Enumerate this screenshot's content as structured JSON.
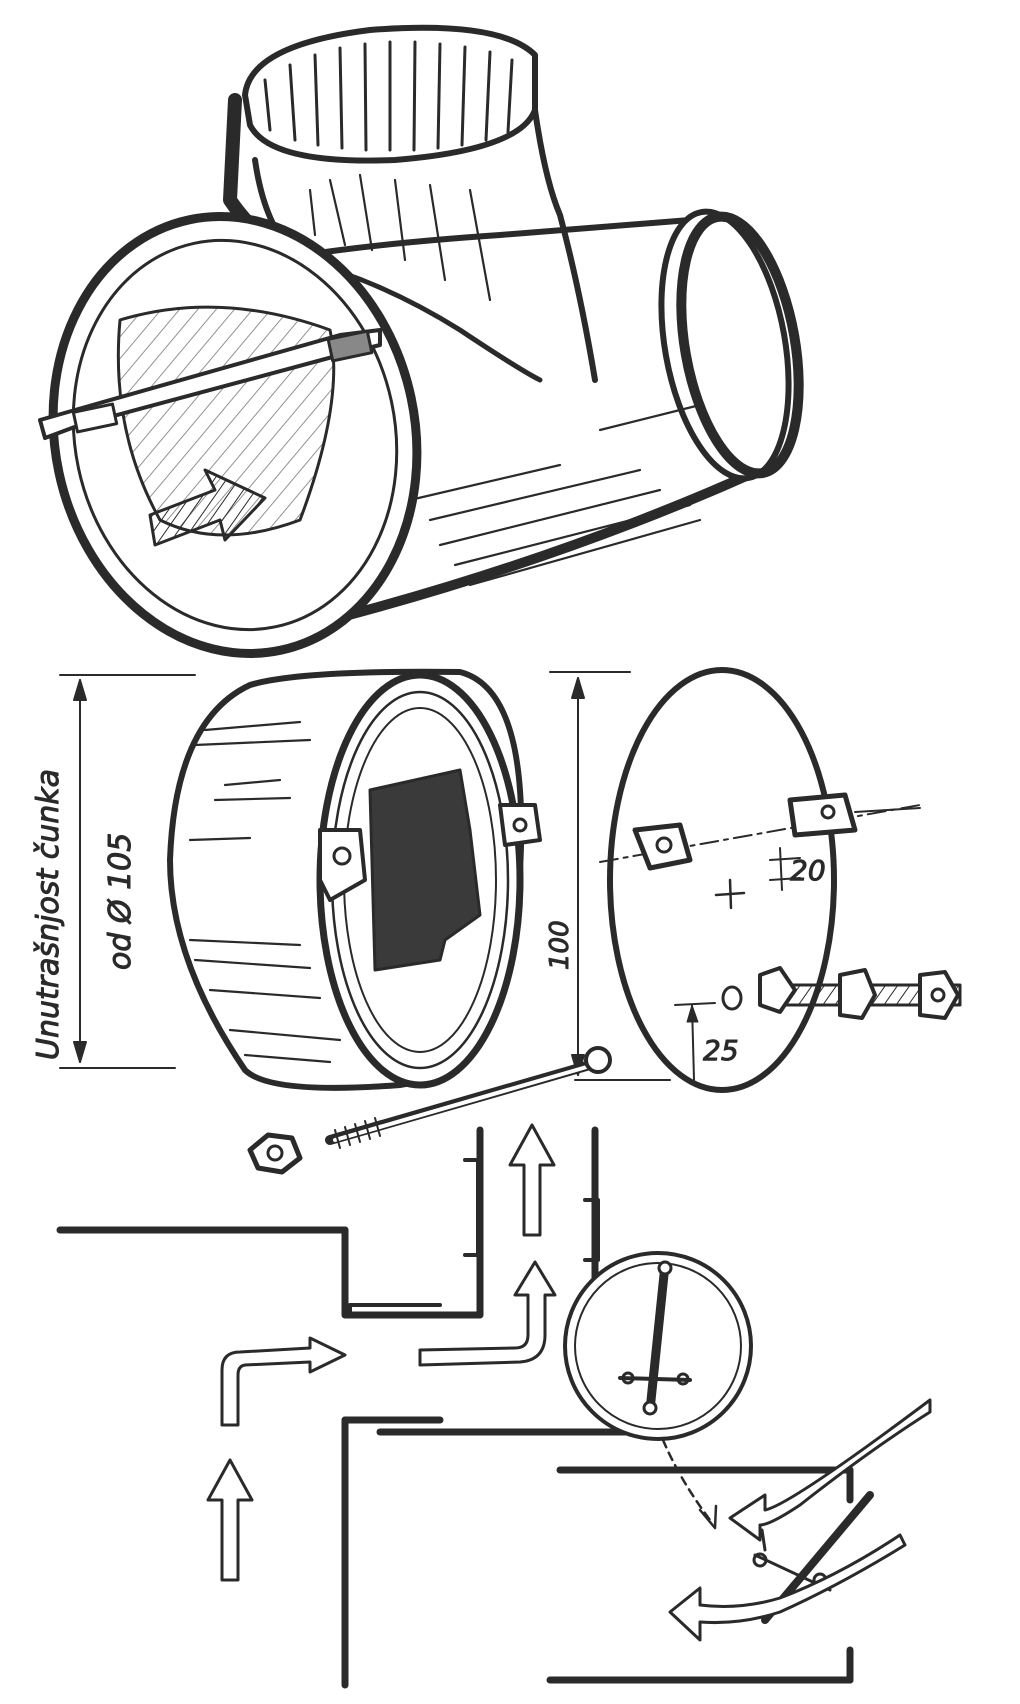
{
  "labels": {
    "inner_side": "Unutrašnjost čunka",
    "diameter": "od Ø 105",
    "dim_height": "100",
    "dim_offset_top": "20",
    "dim_offset_bottom": "25"
  },
  "colors": {
    "ink": "#2a2a2a",
    "paper": "#ffffff",
    "shade": "#bdbdbd"
  }
}
